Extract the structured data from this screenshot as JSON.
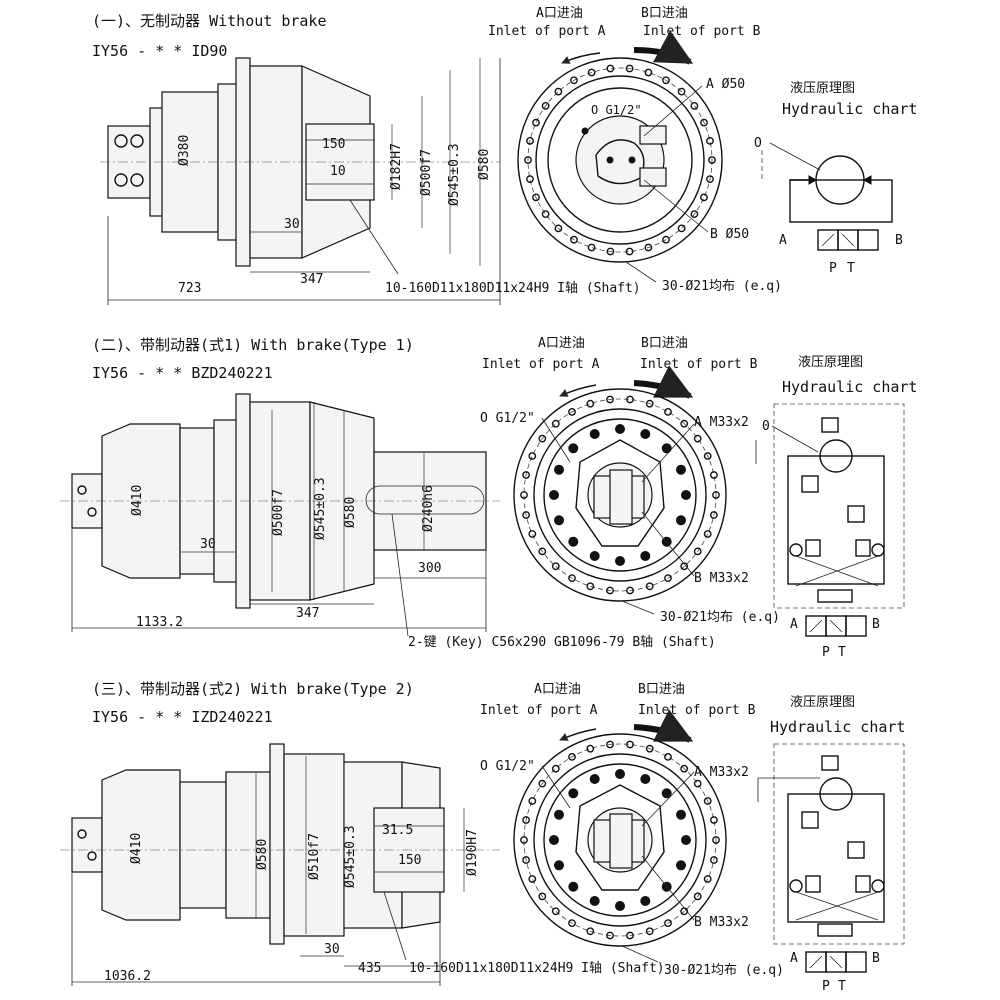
{
  "inlet_a_cn": "A口进油",
  "inlet_a_en": "Inlet of port A",
  "inlet_b_cn": "B口进油",
  "inlet_b_en": "Inlet of port B",
  "hyd_cn": "液压原理图",
  "hyd_en": "Hydraulic chart",
  "sections": [
    {
      "title": "(一)、无制动器 Without brake",
      "model": "IY56 - * * ID90",
      "d_body": "Ø380",
      "d_bore_small": "Ø182H7",
      "d_bore_big": "Ø500f7",
      "d_pcd": "Ø545±0.3",
      "d_outer": "Ø580",
      "spline_depth": "150",
      "spline_offset": "10",
      "flange_gap": "30",
      "total_len": "723",
      "body_len": "347",
      "shaft_note": "10-160D11x180D11x24H9 I轴 (Shaft)",
      "port_o": "O G1/2\"",
      "port_a": "A Ø50",
      "port_b": "B Ø50",
      "holes": "30-Ø21均布 (e.q)",
      "hyd_o": "O",
      "hyd_a": "A",
      "hyd_b": "B",
      "hyd_p": "P",
      "hyd_t": "T"
    },
    {
      "title": "(二)、带制动器(式1) With brake(Type 1)",
      "model": "IY56 - * * BZD240221",
      "d_body": "Ø410",
      "d_bore_big": "Ø500f7",
      "d_pcd": "Ø545±0.3",
      "d_outer": "Ø580",
      "d_shaft": "Ø240h6",
      "flange_gap": "30",
      "shaft_len": "300",
      "total_len": "1133.2",
      "body_len": "347",
      "shaft_note": "2-键 (Key) C56x290 GB1096-79 B轴 (Shaft)",
      "port_o": "O G1/2\"",
      "port_a": "A M33x2",
      "port_b": "B M33x2",
      "holes": "30-Ø21均布 (e.q)",
      "hyd_o": "0",
      "hyd_a": "A",
      "hyd_b": "B",
      "hyd_p": "P",
      "hyd_t": "T"
    },
    {
      "title": "(三)、带制动器(式2) With brake(Type 2)",
      "model": "IY56 - * * IZD240221",
      "d_body": "Ø410",
      "d_flange": "Ø580",
      "d_bore_big": "Ø510f7",
      "d_pcd": "Ø545±0.3",
      "d_bore_small": "Ø190H7",
      "spline_offset": "31.5",
      "spline_depth": "150",
      "flange_gap": "30",
      "body_len": "435",
      "total_len": "1036.2",
      "shaft_note": "10-160D11x180D11x24H9 I轴 (Shaft)",
      "port_o": "O G1/2\"",
      "port_a": "A M33x2",
      "port_b": "B M33x2",
      "holes": "30-Ø21均布 (e.q)",
      "hyd_a": "A",
      "hyd_b": "B",
      "hyd_p": "P",
      "hyd_t": "T"
    }
  ]
}
